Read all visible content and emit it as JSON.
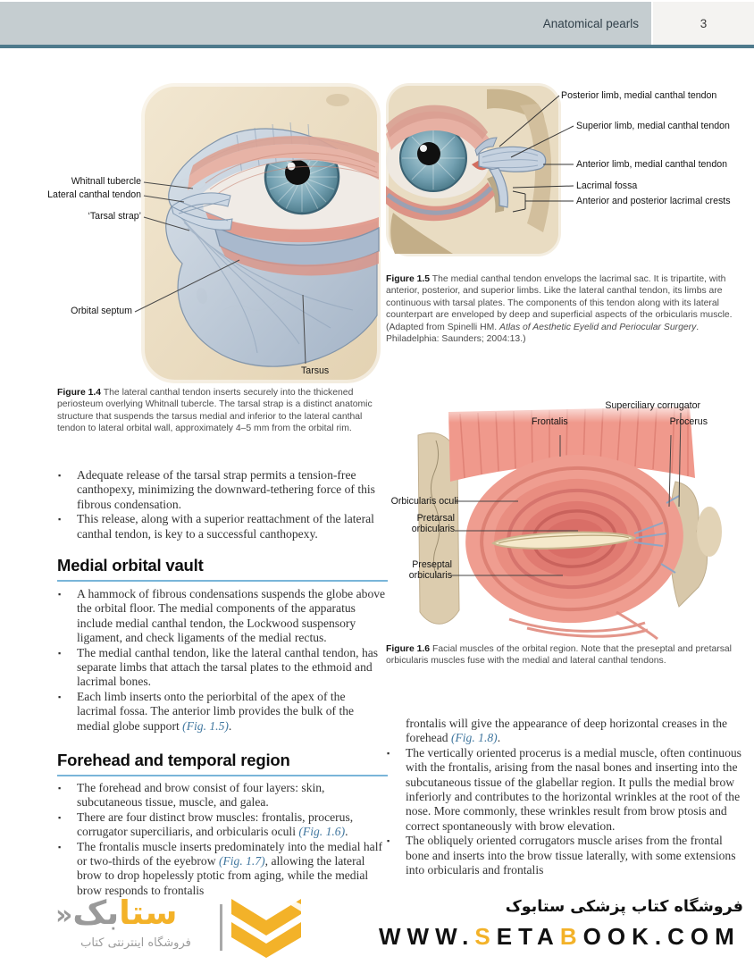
{
  "header": {
    "title": "Anatomical pearls",
    "page_number": "3"
  },
  "colors": {
    "header_bar": "#c5cdd0",
    "header_rule_teal": "#4e7a8c",
    "heading_underline_blue": "#79b5d9",
    "figref_blue": "#41779f",
    "brand_yellow": "#f3b229"
  },
  "figure_1_4": {
    "labels": {
      "whitnall": "Whitnall tubercle",
      "lateral_canthal": "Lateral canthal tendon",
      "tarsal_strap": "‘Tarsal strap’",
      "orbital_septum": "Orbital septum",
      "tarsus": "Tarsus"
    },
    "caption_label": "Figure 1.4",
    "caption_text": " The lateral canthal tendon inserts securely into the thickened periosteum overlying Whitnall tubercle. The tarsal strap is a distinct anatomic structure that suspends the tarsus medial and inferior to the lateral canthal tendon to lateral orbital wall, approximately 4–5 mm from the orbital rim."
  },
  "figure_1_5": {
    "labels": {
      "posterior_limb": "Posterior limb, medial canthal tendon",
      "superior_limb": "Superior limb, medial canthal tendon",
      "anterior_limb": "Anterior limb, medial canthal tendon",
      "lacrimal_fossa": "Lacrimal fossa",
      "lacrimal_crests": "Anterior and posterior lacrimal crests"
    },
    "caption_label": "Figure 1.5",
    "caption_pre": " The medial canthal tendon envelops the lacrimal sac. It is tripartite, with anterior, posterior, and superior limbs. Like the lateral canthal tendon, its limbs are continuous with tarsal plates. The components of this tendon along with its lateral counterpart are enveloped by deep and superficial aspects of the orbicularis muscle. (Adapted from Spinelli HM. ",
    "caption_italic": "Atlas of Aesthetic Eyelid and Periocular Surgery",
    "caption_post": ". Philadelphia: Saunders; 2004:13.)"
  },
  "figure_1_6": {
    "labels": {
      "superciliary": "Superciliary corrugator",
      "frontalis": "Frontalis",
      "procerus": "Procerus",
      "orbicularis": "Orbicularis oculi",
      "pretarsal": "Pretarsal orbicularis",
      "preseptal": "Preseptal orbicularis"
    },
    "caption_label": "Figure 1.6",
    "caption_text": " Facial muscles of the orbital region. Note that the preseptal and pretarsal orbicularis muscles fuse with the medial and lateral canthal tendons."
  },
  "sections": {
    "intro_bullets": [
      {
        "bullet": true,
        "text": "Adequate release of the tarsal strap permits a tension-free canthopexy, minimizing the downward-tethering force of this fibrous condensation."
      },
      {
        "bullet": true,
        "text": "This release, along with a superior reattachment of the lateral canthal tendon, is key to a successful canthopexy."
      }
    ],
    "medial_heading": "Medial orbital vault",
    "medial_bullets": [
      {
        "bullet": true,
        "text": "A hammock of fibrous condensations suspends the globe above the orbital floor. The medial components of the apparatus include medial canthal tendon, the Lockwood suspensory ligament, and check ligaments of the medial rectus."
      },
      {
        "bullet": true,
        "text": "The medial canthal tendon, like the lateral canthal tendon, has separate limbs that attach the tarsal plates to the ethmoid and lacrimal bones."
      },
      {
        "bullet": true,
        "text": "Each limb inserts onto the periorbital of the apex of the lacrimal fossa. The anterior limb provides the bulk of the medial globe support (Fig. 1.5)."
      }
    ],
    "forehead_heading": "Forehead and temporal region",
    "forehead_bullets": [
      {
        "bullet": true,
        "text": "The forehead and brow consist of four layers: skin, subcutaneous tissue, muscle, and galea."
      },
      {
        "bullet": true,
        "text": "There are four distinct brow muscles: frontalis, procerus, corrugator superciliaris, and orbicularis oculi (Fig. 1.6)."
      },
      {
        "bullet": true,
        "text": "The frontalis muscle inserts predominately into the medial half or two-thirds of the eyebrow (Fig. 1.7), allowing the lateral brow to drop hopelessly ptotic from aging, while the medial brow responds to frontalis"
      }
    ],
    "right_column_bullets": [
      {
        "bullet": false,
        "text": "frontalis will give the appearance of deep horizontal creases in the forehead (Fig. 1.8)."
      },
      {
        "bullet": true,
        "text": "The vertically oriented procerus is a medial muscle, often continuous with the frontalis, arising from the nasal bones and inserting into the subcutaneous tissue of the glabellar region. It pulls the medial brow inferiorly and contributes to the horizontal wrinkles at the root of the nose. More commonly, these wrinkles result from brow ptosis and correct spontaneously with brow elevation."
      },
      {
        "bullet": true,
        "text": "The obliquely oriented corrugators muscle arises from the frontal bone and inserts into the brow tissue laterally, with some extensions into orbicularis and frontalis"
      }
    ]
  },
  "footer": {
    "brand_word_yellow": "ستا",
    "brand_word_gray": "بک",
    "brand_chevron_mark": "«",
    "brand_sub": "فروشگاه اینترنتی کتاب",
    "store_line": "فروشگاه کتاب پزشکی ستابوک",
    "url_p1": "WWW.",
    "url_s": "S",
    "url_p2": "ETA",
    "url_b": "B",
    "url_p3": "OOK.COM"
  }
}
